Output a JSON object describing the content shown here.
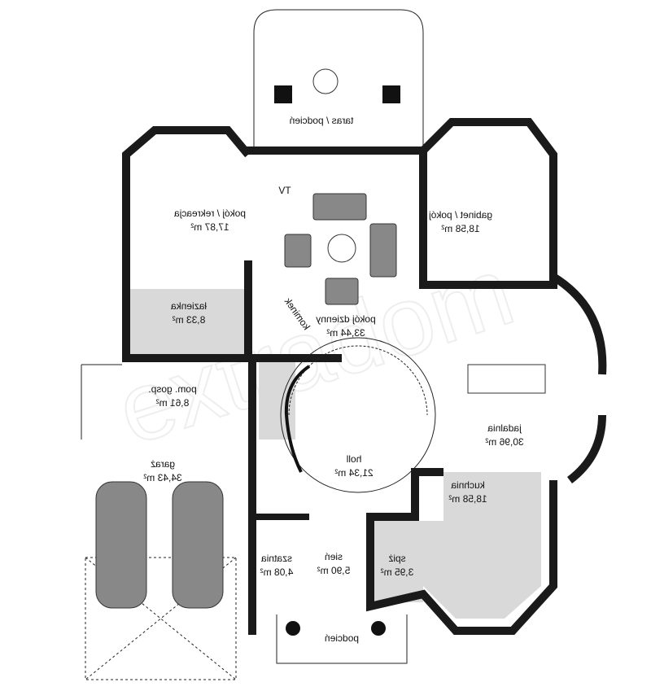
{
  "plan": {
    "watermark": "extradom",
    "rooms": [
      {
        "id": "taras",
        "name": "taras / podcień",
        "area": ""
      },
      {
        "id": "tv",
        "name": "TV",
        "area": ""
      },
      {
        "id": "rekreacja",
        "name": "pokój / rekreacja",
        "area": "17,87 m²"
      },
      {
        "id": "gabinet",
        "name": "gabinet / pokój",
        "area": "18,58 m²"
      },
      {
        "id": "lazienka",
        "name": "łazienka",
        "area": "8,33 m²"
      },
      {
        "id": "kominek",
        "name": "kominek",
        "area": ""
      },
      {
        "id": "dzienny",
        "name": "pokój dzienny",
        "area": "33,44 m²"
      },
      {
        "id": "gosp",
        "name": "pom. gosp.",
        "area": "8,61 m²"
      },
      {
        "id": "garaz",
        "name": "garaż",
        "area": "34,43 m²"
      },
      {
        "id": "holl",
        "name": "holl",
        "area": "21,34 m²"
      },
      {
        "id": "jadalnia",
        "name": "jadalnia",
        "area": "30,96 m²"
      },
      {
        "id": "kuchnia",
        "name": "kuchnia",
        "area": "18,58 m²"
      },
      {
        "id": "szatnia",
        "name": "szatnia",
        "area": "4,08 m²"
      },
      {
        "id": "sien",
        "name": "sień",
        "area": "5,90 m²"
      },
      {
        "id": "spiz",
        "name": "spiż",
        "area": "3,95 m²"
      },
      {
        "id": "podcien",
        "name": "podcień",
        "area": ""
      }
    ]
  }
}
